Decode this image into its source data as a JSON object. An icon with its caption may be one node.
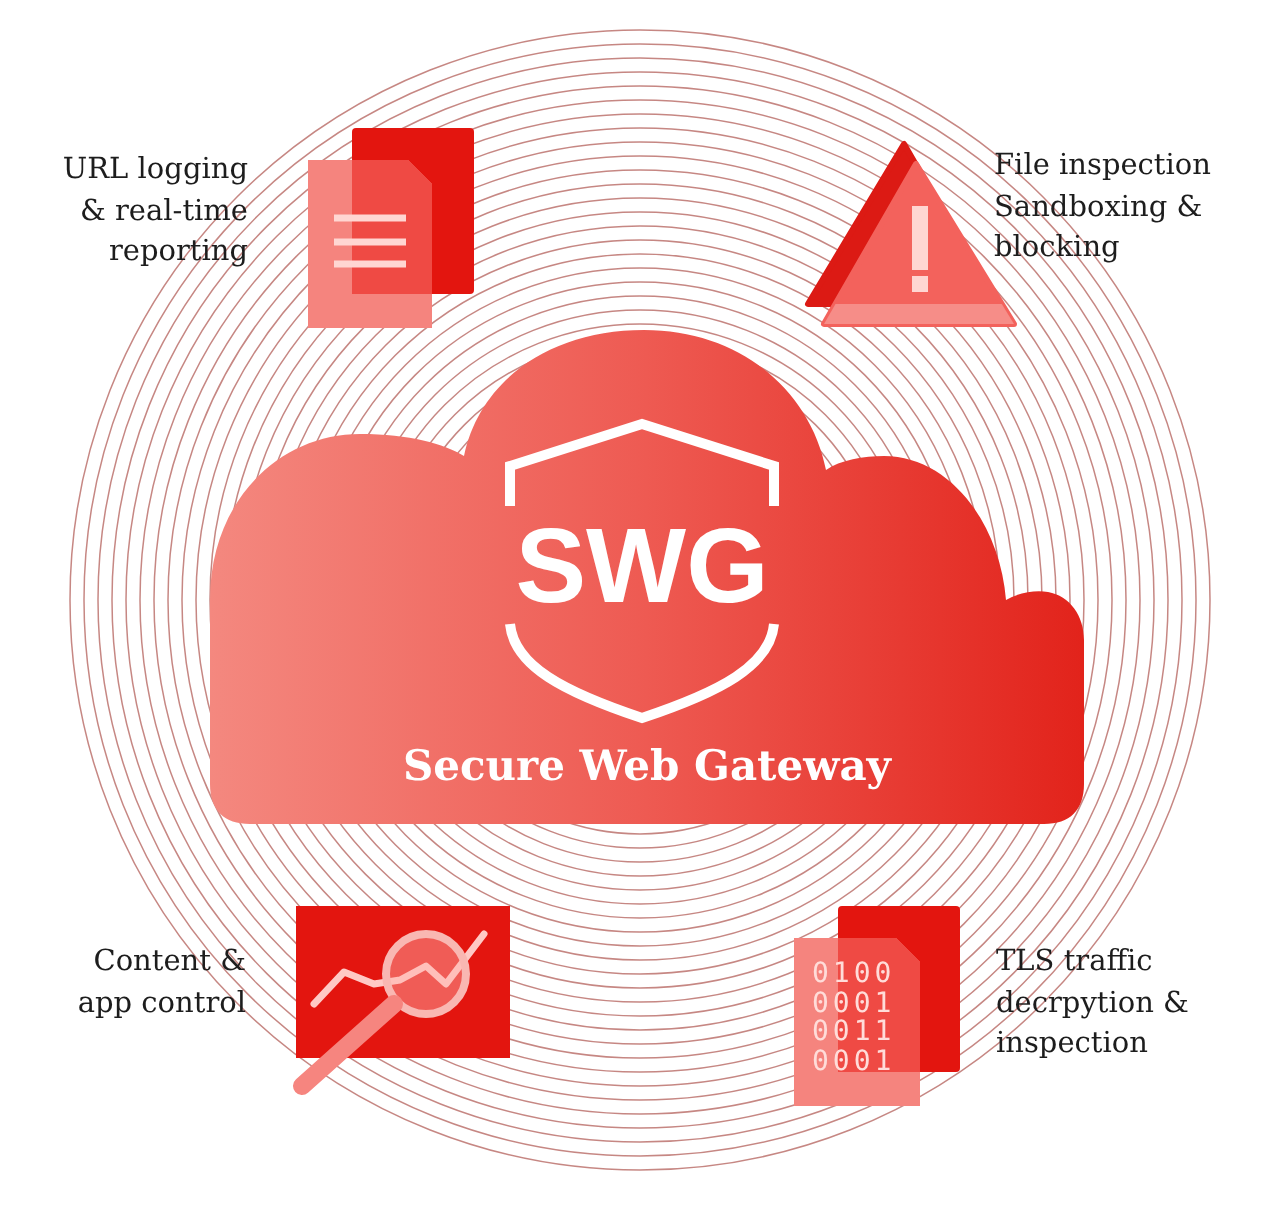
{
  "diagram": {
    "nodes": [
      {
        "text": [
          "Secure Web Gateway"
        ]
      },
      {
        "text": [
          "SWG"
        ],
        "in": 0
      }
    ],
    "labels": [
      "URL logging & real-time reporting",
      "File inspection Sandboxing & blocking",
      "Content & app control",
      "0100 0001 0011 0001",
      "TLS traffic decrpytion & inspection"
    ]
  }
}
